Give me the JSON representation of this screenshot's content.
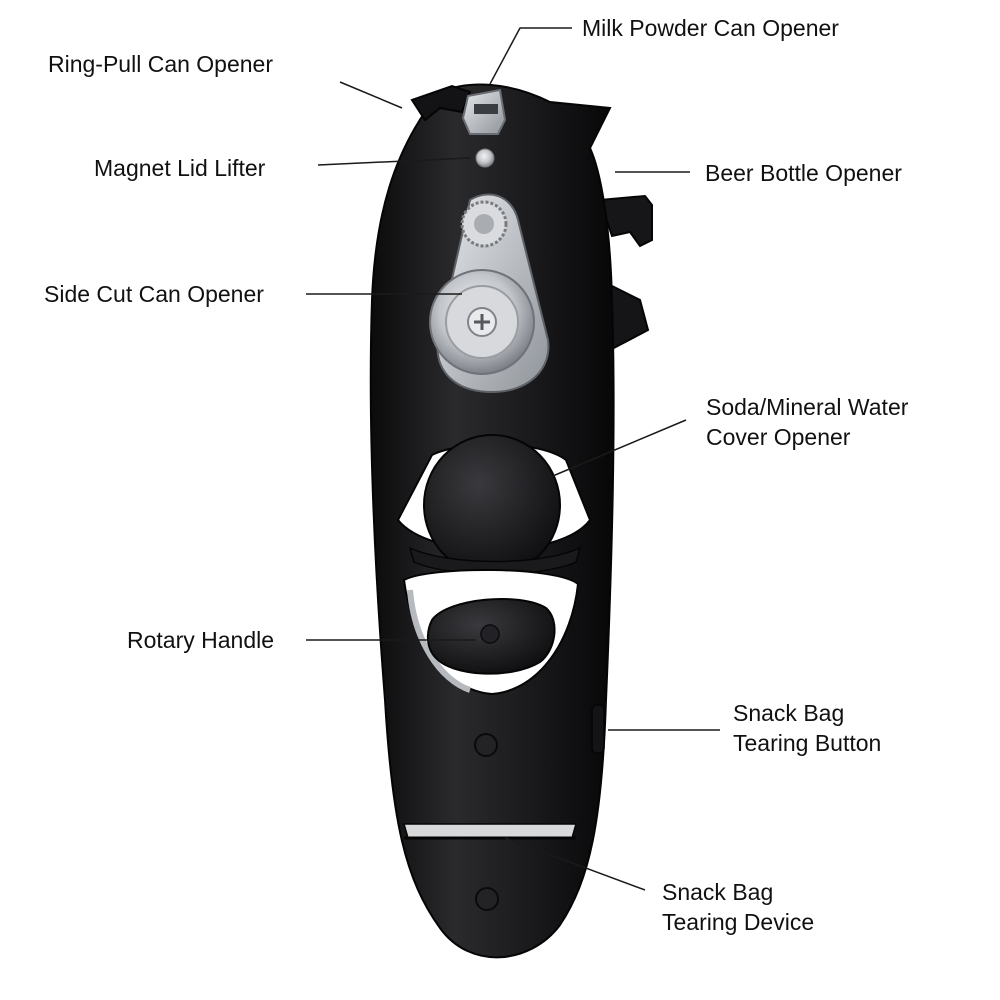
{
  "colors": {
    "body": "#1c1c1e",
    "body_edge": "#0c0c0d",
    "body_highlight": "#3a3a3e",
    "metal": "#c9ccd0",
    "metal_dark": "#8c9096",
    "leader": "#1a1a1a",
    "text": "#111111"
  },
  "labels": {
    "milk_powder": "Milk Powder Can Opener",
    "ring_pull": "Ring-Pull Can Opener",
    "magnet_lid": "Magnet Lid Lifter",
    "beer_bottle": "Beer Bottle Opener",
    "side_cut": "Side Cut Can Opener",
    "soda_line1": "Soda/Mineral Water",
    "soda_line2": "Cover Opener",
    "rotary_handle": "Rotary Handle",
    "snack_button_line1": "Snack Bag",
    "snack_button_line2": "Tearing Button",
    "snack_device_line1": "Snack Bag",
    "snack_device_line2": "Tearing Device"
  }
}
